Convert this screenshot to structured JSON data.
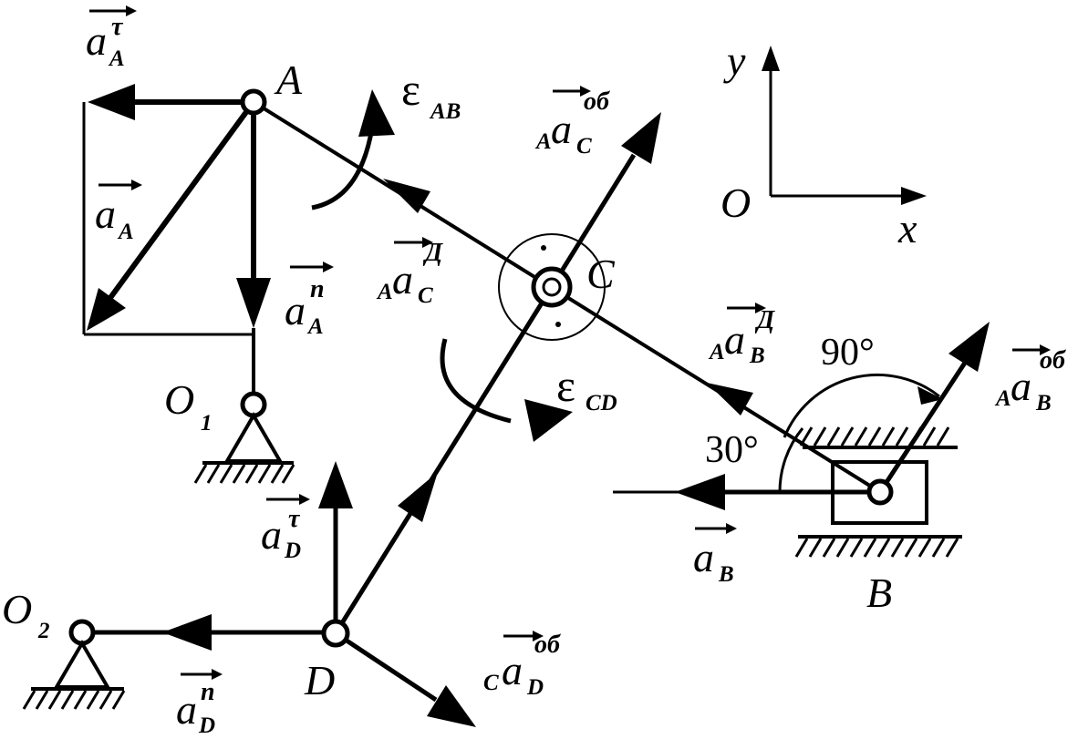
{
  "colors": {
    "ink": "#000000",
    "background": "#ffffff"
  },
  "axes": {
    "y": "y",
    "x": "x",
    "origin": "O"
  },
  "points": {
    "A": "A",
    "B": "B",
    "C": "C",
    "D": "D",
    "O1": "O",
    "O1_sub": "1",
    "O2": "O",
    "O2_sub": "2"
  },
  "angles": {
    "angle_90": "90°",
    "angle_30": "30°"
  },
  "epsilon": {
    "AB": {
      "symbol": "ε",
      "sub": "AB"
    },
    "CD": {
      "symbol": "ε",
      "sub": "CD"
    }
  },
  "vectors": {
    "aA_tau": {
      "pre": "",
      "base": "a",
      "sub": "A",
      "sup": "τ"
    },
    "aA": {
      "pre": "",
      "base": "a",
      "sub": "A",
      "sup": ""
    },
    "aA_n": {
      "pre": "",
      "base": "a",
      "sub": "A",
      "sup": "n"
    },
    "AaC_ob": {
      "pre": "A",
      "base": "a",
      "sub": "C",
      "sup": "об"
    },
    "AaC_d": {
      "pre": "A",
      "base": "a",
      "sub": "C",
      "sup": "Д"
    },
    "AaB_d": {
      "pre": "A",
      "base": "a",
      "sub": "B",
      "sup": "Д"
    },
    "AaB_ob": {
      "pre": "A",
      "base": "a",
      "sub": "B",
      "sup": "об"
    },
    "aB": {
      "pre": "",
      "base": "a",
      "sub": "B",
      "sup": ""
    },
    "aD_tau": {
      "pre": "",
      "base": "a",
      "sub": "D",
      "sup": "τ"
    },
    "CaD_ob": {
      "pre": "C",
      "base": "a",
      "sub": "D",
      "sup": "об"
    },
    "aD_n": {
      "pre": "",
      "base": "a",
      "sub": "D",
      "sup": "n"
    }
  }
}
